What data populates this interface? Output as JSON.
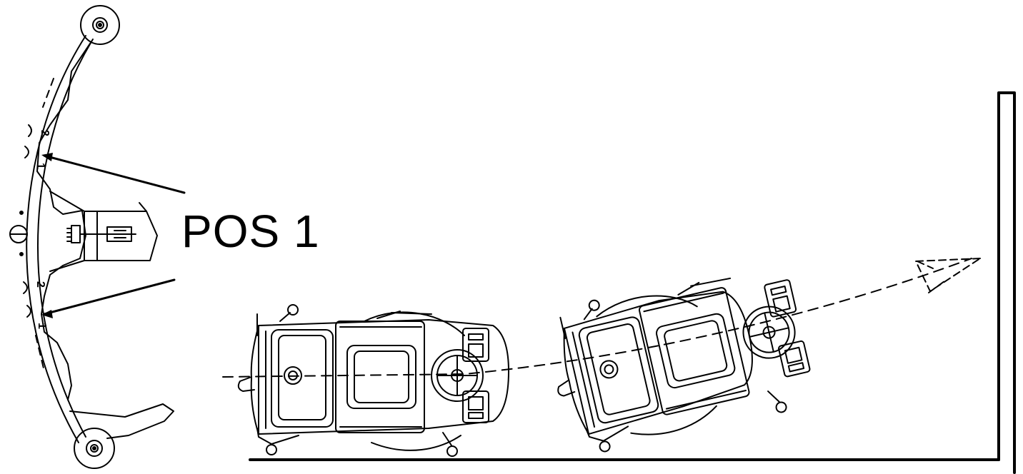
{
  "label": {
    "position": "POS 1"
  },
  "bumper": {
    "slot_upper": "2",
    "slot_lower": "1"
  },
  "colors": {
    "line": "#000000",
    "background": "#ffffff"
  }
}
